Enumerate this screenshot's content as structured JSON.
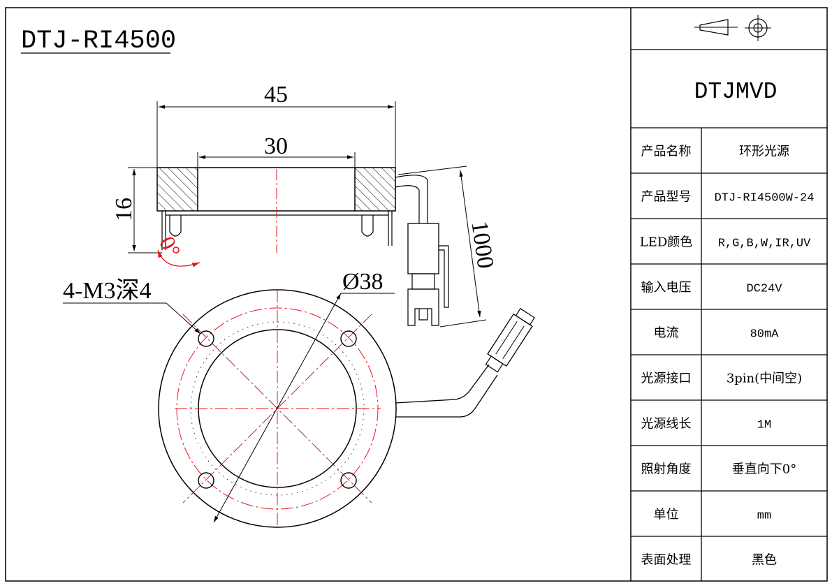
{
  "drawing": {
    "title": "DTJ-RI4500",
    "dims": {
      "outer_width": "45",
      "inner_width": "30",
      "height": "16",
      "cable_length": "1000",
      "angle": "0°",
      "hole_spec": "4-M3深4",
      "diameter": "Ø38"
    }
  },
  "title_block": {
    "brand": "DTJMVD",
    "rows": [
      {
        "label": "产品名称",
        "value": "环形光源"
      },
      {
        "label": "产品型号",
        "value": "DTJ-RI4500W-24"
      },
      {
        "label": "LED颜色",
        "value": "R,G,B,W,IR,UV"
      },
      {
        "label": "输入电压",
        "value": "DC24V"
      },
      {
        "label": "电流",
        "value": "80mA"
      },
      {
        "label": "光源接口",
        "value": "3pin(中间空)"
      },
      {
        "label": "光源线长",
        "value": "1M"
      },
      {
        "label": "照射角度",
        "value": "垂直向下0°"
      },
      {
        "label": "单位",
        "value": "mm"
      },
      {
        "label": "表面处理",
        "value": "黑色"
      }
    ]
  },
  "colors": {
    "line": "#000000",
    "center": "#e8141c"
  }
}
